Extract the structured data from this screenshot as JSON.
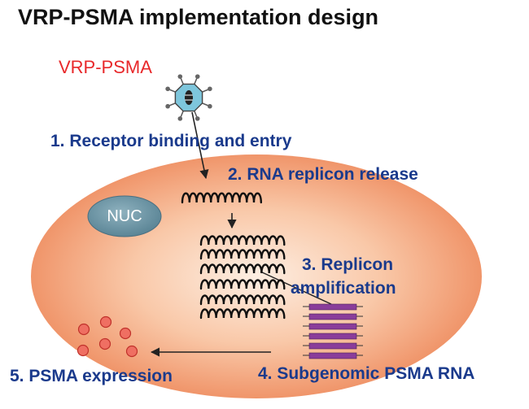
{
  "title": "VRP-PSMA implementation design",
  "virus_label": "VRP-PSMA",
  "nucleus_label": "NUC",
  "steps": {
    "s1": "1. Receptor binding and entry",
    "s2": "2. RNA replicon release",
    "s3_line1": "3. Replicon",
    "s3_line2": "amplification",
    "s4": "4. Subgenomic PSMA RNA",
    "s5": "5. PSMA expression"
  },
  "colors": {
    "cell_center": "#fdeee2",
    "cell_edge": "#f0956a",
    "nucleus": "#5b8596",
    "step_text": "#1a3a8c",
    "virus_label": "#e8282a",
    "rna_bar": "#8a3d9a",
    "protein_dot": "#ef6f62",
    "protein_dot_stroke": "#c0312a",
    "arrow": "#222222"
  },
  "icons": [
    "virus-particle-icon",
    "rna-replicon-icon",
    "subgenomic-rna-stack-icon",
    "psma-protein-dots-icon"
  ]
}
